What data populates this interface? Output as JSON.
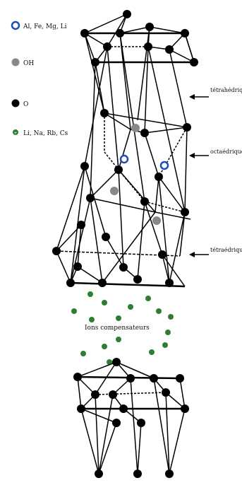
{
  "legend": {
    "cation_label": "Al, Fe, Mg, Li",
    "hydroxyl_label": "OH",
    "oxygen_label": "O",
    "interlayer_label": "Li, Na, Rb, Cs"
  },
  "layers": {
    "top_tetrahedral": "tétrahédrique",
    "octahedral": "octaédrique",
    "lower_tetrahedral": "tétraédrique"
  },
  "interlayer": {
    "label": "Ions compensateurs"
  },
  "colors": {
    "oxygen": "#000000",
    "hydroxyl": "#888888",
    "cation": "#1a4fb8",
    "interlayer_ion": "#2e7d32"
  }
}
